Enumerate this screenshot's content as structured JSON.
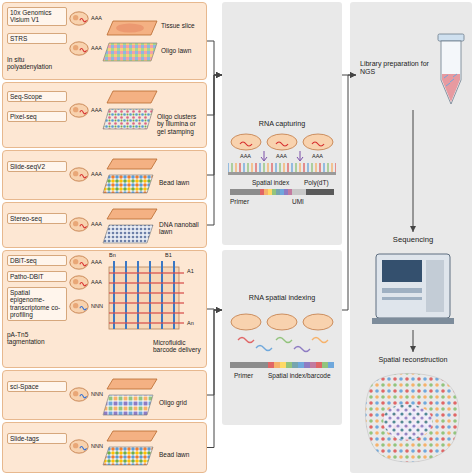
{
  "diagram": {
    "nodes": [
      {
        "text": [
          "10x Genomics Visium V1",
          "STRS",
          "In situ polyadenylation",
          "AAA",
          "AAA",
          "Tissue slice",
          "Oligo lawn"
        ]
      },
      {
        "text": [
          "Seq-Scope",
          "Pixel-seq",
          "AAA",
          "Oligo clusters by Illumina or gel stamping"
        ]
      },
      {
        "text": [
          "Slide-seqV2",
          "AAA",
          "Bead lawn"
        ]
      },
      {
        "text": [
          "Stereo-seq",
          "AAA",
          "DNA nanoball lawn"
        ]
      },
      {
        "text": [
          "DBiT-seq",
          "Patho-DBiT",
          "Spatial epigenome-transcriptome co-profiling",
          "pA-Tn5 tagmentation",
          "AAA",
          "AAA",
          "NNN",
          "Bn",
          "B1",
          "A1",
          "An",
          "Microfluidic barcode delivery"
        ]
      },
      {
        "text": [
          "sci-Space",
          "NNN",
          "Oligo grid"
        ]
      },
      {
        "text": [
          "Slide-tags",
          "NNN",
          "Bead lawn"
        ]
      },
      {
        "text": [
          "RNA capturing",
          "AAA",
          "AAA",
          "AAA",
          "Spatial index",
          "Poly(dT)",
          "Primer",
          "UMI"
        ]
      },
      {
        "text": [
          "RNA spatial indexing",
          "Spatial index/barcode",
          "Primer"
        ]
      },
      {
        "text": [
          "Library preparation for NGS"
        ]
      },
      {
        "text": [
          "Sequencing"
        ]
      },
      {
        "text": [
          "Spatial reconstruction"
        ]
      }
    ],
    "edges": [
      {
        "from": 0,
        "to": 7,
        "arrow": "to"
      },
      {
        "from": 1,
        "to": 7,
        "arrow": "to"
      },
      {
        "from": 2,
        "to": 7,
        "arrow": "to"
      },
      {
        "from": 3,
        "to": 7,
        "arrow": "to"
      },
      {
        "from": 4,
        "to": 8,
        "arrow": "to"
      },
      {
        "from": 5,
        "to": 8,
        "arrow": "to"
      },
      {
        "from": 6,
        "to": 8,
        "arrow": "to"
      },
      {
        "from": 7,
        "to": 9,
        "arrow": "to"
      },
      {
        "from": 8,
        "to": 9,
        "arrow": "to"
      },
      {
        "from": 9,
        "to": 10,
        "arrow": "to"
      },
      {
        "from": 10,
        "to": 11,
        "arrow": "to"
      }
    ]
  }
}
